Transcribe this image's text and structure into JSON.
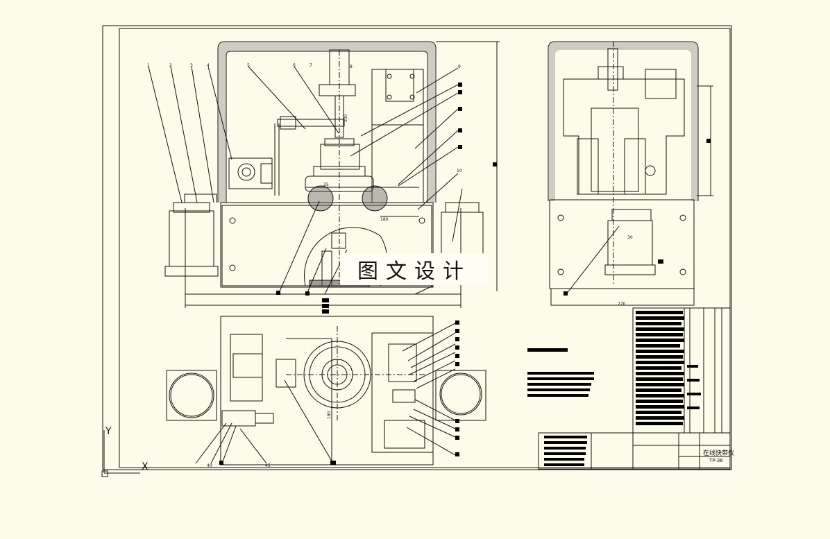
{
  "watermark": "图文设计",
  "title_block": {
    "product_name": "在线快带仪",
    "drawing_code": "TP-36"
  },
  "ucs": {
    "y_label": "Y",
    "x_label": "X"
  },
  "dimensions": {
    "front_height": "100",
    "front_width": "180",
    "side_width": "270",
    "plan_height": "180",
    "offset": "25",
    "side_offset": "30"
  },
  "balloons_front": [
    "1",
    "2",
    "3",
    "4",
    "5",
    "6",
    "7",
    "8",
    "9",
    "10"
  ],
  "balloons_plan": [
    "40",
    "45"
  ],
  "colors": {
    "background": "#fdfbe9",
    "line": "#111111",
    "hatch": "#333333",
    "fill_dark": "#000000"
  }
}
